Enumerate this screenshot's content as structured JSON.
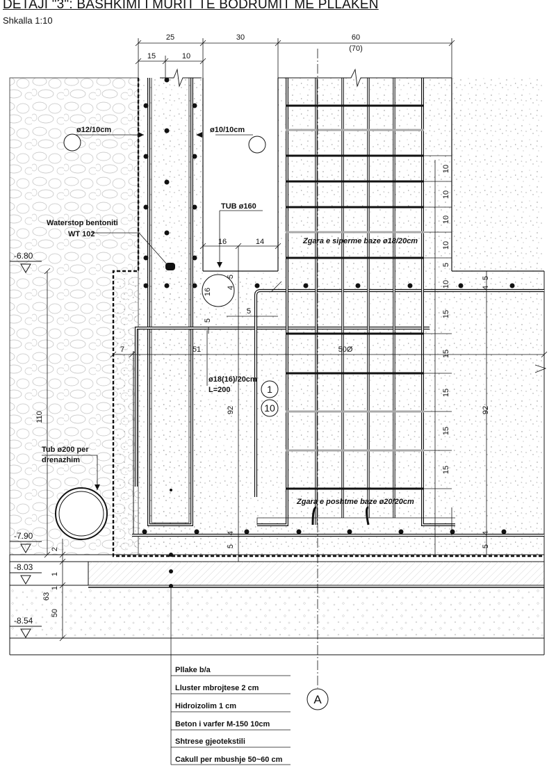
{
  "title": "DETAJI \"3\": BASHKIMI I MURIT TE BODRUMIT ME PLLAKEN",
  "scale": "Shkalla 1:10",
  "top_dims": {
    "d25": "25",
    "d30": "30",
    "d60": "60",
    "d70": "(70)",
    "d15": "15",
    "d10": "10"
  },
  "labels": {
    "bar12": "ø12/10cm",
    "bar10": "ø10/10cm",
    "tub160": "TUB ø160",
    "waterstop1": "Waterstop bentoniti",
    "waterstop2": "WT 102",
    "upper_mesh": "Zgara e siperme baze ø18/20cm",
    "lower_mesh": "Zgara e poshtme baze ø20/20cm",
    "bar18a": "ø18(16)/20cm",
    "bar18b": "L=200",
    "drain1": "Tub ø200 per",
    "drain2": "drenazhim",
    "circle1": "1",
    "circle10": "10",
    "axisA": "A"
  },
  "levels": {
    "l1": "-6.80",
    "l2": "-7.90",
    "l3": "-8.03",
    "l4": "-8.54"
  },
  "dims": {
    "d16": "16",
    "d14": "14",
    "d4": "4",
    "d5": "5",
    "d16v": "16",
    "d5v": "5",
    "d5h": "5",
    "d7": "7",
    "d51": "51",
    "d50": "50Ø",
    "d110": "110",
    "d92a": "92",
    "d92b": "92",
    "d2": "2",
    "d1a": "1",
    "d1b": "1",
    "d63": "63",
    "d50v": "50",
    "r10_1": "10",
    "r10_2": "10",
    "r10_3": "10",
    "r10_4": "10",
    "r5": "5",
    "r10_5": "10",
    "r15_1": "15",
    "r15_2": "15",
    "r15_3": "15",
    "r15_4": "15",
    "r15_5": "15",
    "bot4": "4",
    "bot5": "5",
    "bot4b": "4",
    "bot5b": "5",
    "rt4": "4",
    "rt5": "5"
  },
  "layers": [
    "Pllake b/a",
    "Lluster mbrojtese 2 cm",
    "Hidroizolim 1 cm",
    "Beton i varfer M-150 10cm",
    "Shtrese gjeotekstili",
    "Cakull per mbushje 50~60 cm"
  ]
}
